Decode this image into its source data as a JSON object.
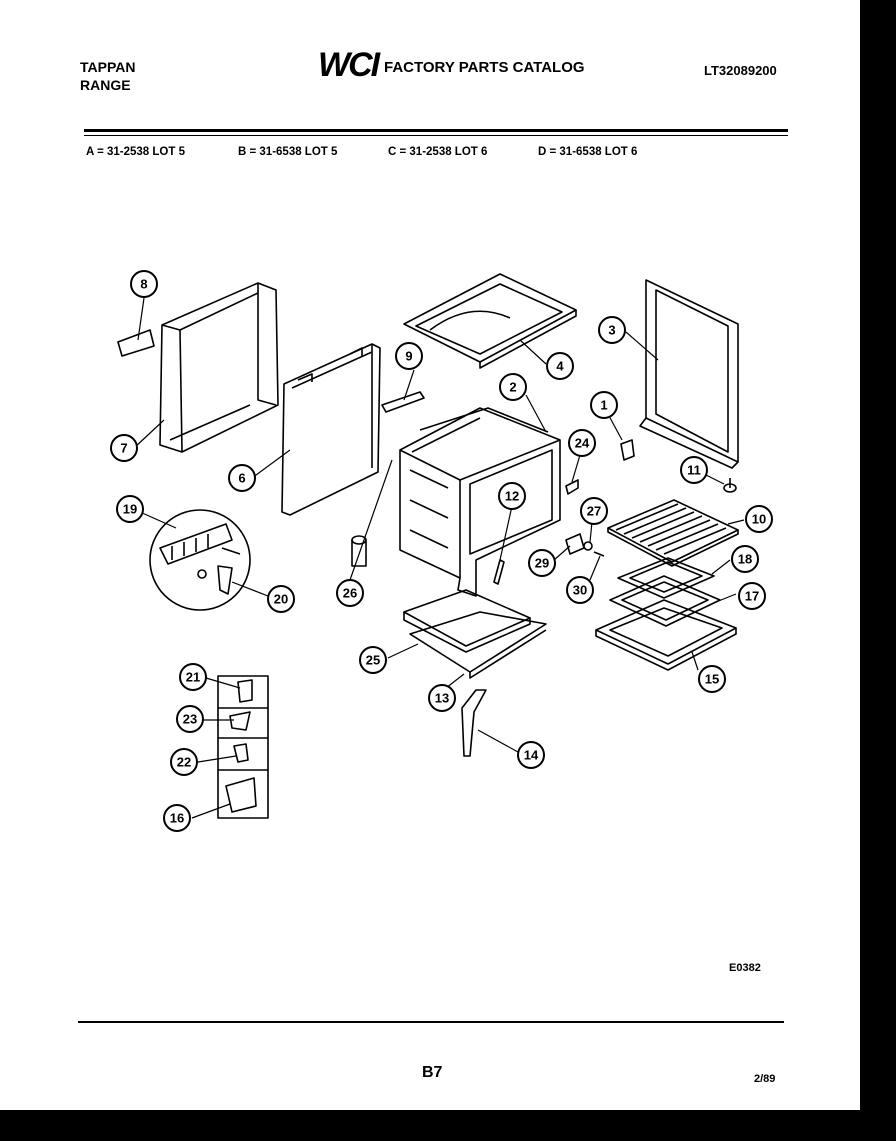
{
  "header": {
    "brand_line1": "TAPPAN",
    "brand_line2": "RANGE",
    "logo": "WCI",
    "catalog_title": "FACTORY PARTS CATALOG",
    "doc_number": "LT32089200"
  },
  "models": [
    "A = 31-2538 LOT 5",
    "B = 31-6538 LOT 5",
    "C = 31-2538 LOT 6",
    "D = 31-6538 LOT 6"
  ],
  "callouts": [
    "8",
    "7",
    "6",
    "9",
    "4",
    "3",
    "2",
    "1",
    "24",
    "11",
    "12",
    "19",
    "20",
    "26",
    "29",
    "27",
    "10",
    "18",
    "17",
    "30",
    "25",
    "13",
    "15",
    "14",
    "21",
    "23",
    "22",
    "16"
  ],
  "footer": {
    "figure_code": "E0382",
    "page": "B7",
    "date": "2/89"
  }
}
